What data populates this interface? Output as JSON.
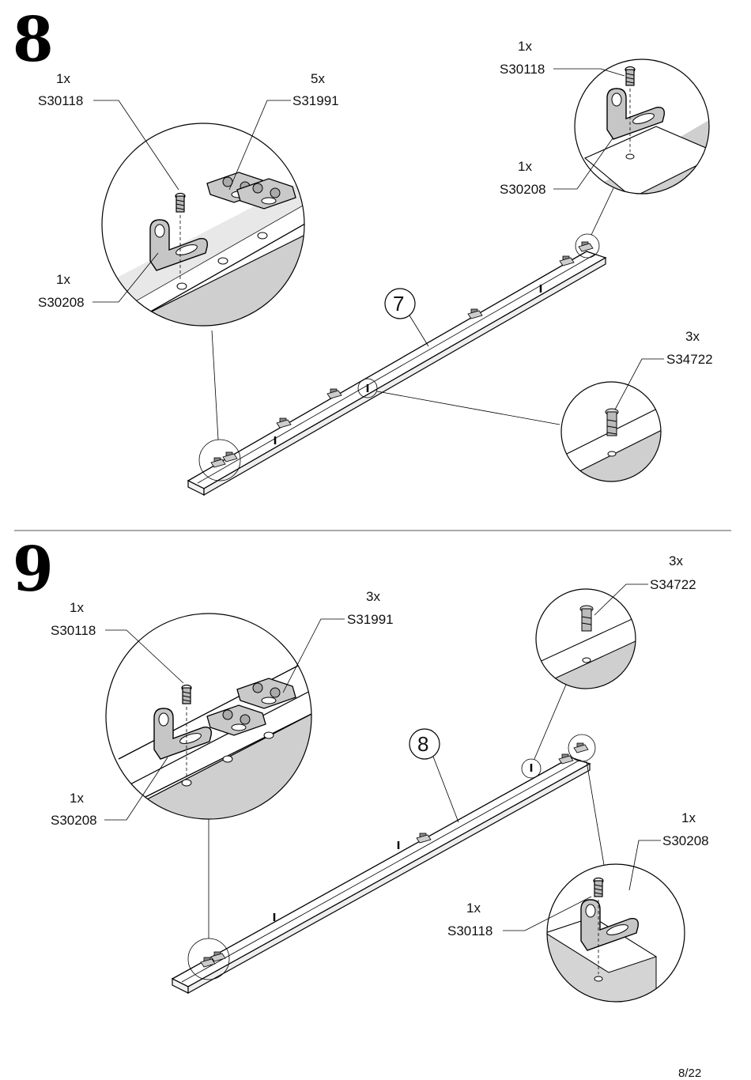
{
  "page_number": "8/22",
  "steps": [
    {
      "number": "8",
      "panel_ref": "7",
      "callouts": [
        {
          "qty": "1x",
          "part": "S30118"
        },
        {
          "qty": "5x",
          "part": "S31991"
        },
        {
          "qty": "1x",
          "part": "S30208"
        },
        {
          "qty": "1x",
          "part": "S30118"
        },
        {
          "qty": "1x",
          "part": "S30208"
        },
        {
          "qty": "3x",
          "part": "S34722"
        }
      ]
    },
    {
      "number": "9",
      "panel_ref": "8",
      "callouts": [
        {
          "qty": "1x",
          "part": "S30118"
        },
        {
          "qty": "3x",
          "part": "S31991"
        },
        {
          "qty": "1x",
          "part": "S30208"
        },
        {
          "qty": "3x",
          "part": "S34722"
        },
        {
          "qty": "1x",
          "part": "S30208"
        },
        {
          "qty": "1x",
          "part": "S30118"
        }
      ]
    }
  ]
}
